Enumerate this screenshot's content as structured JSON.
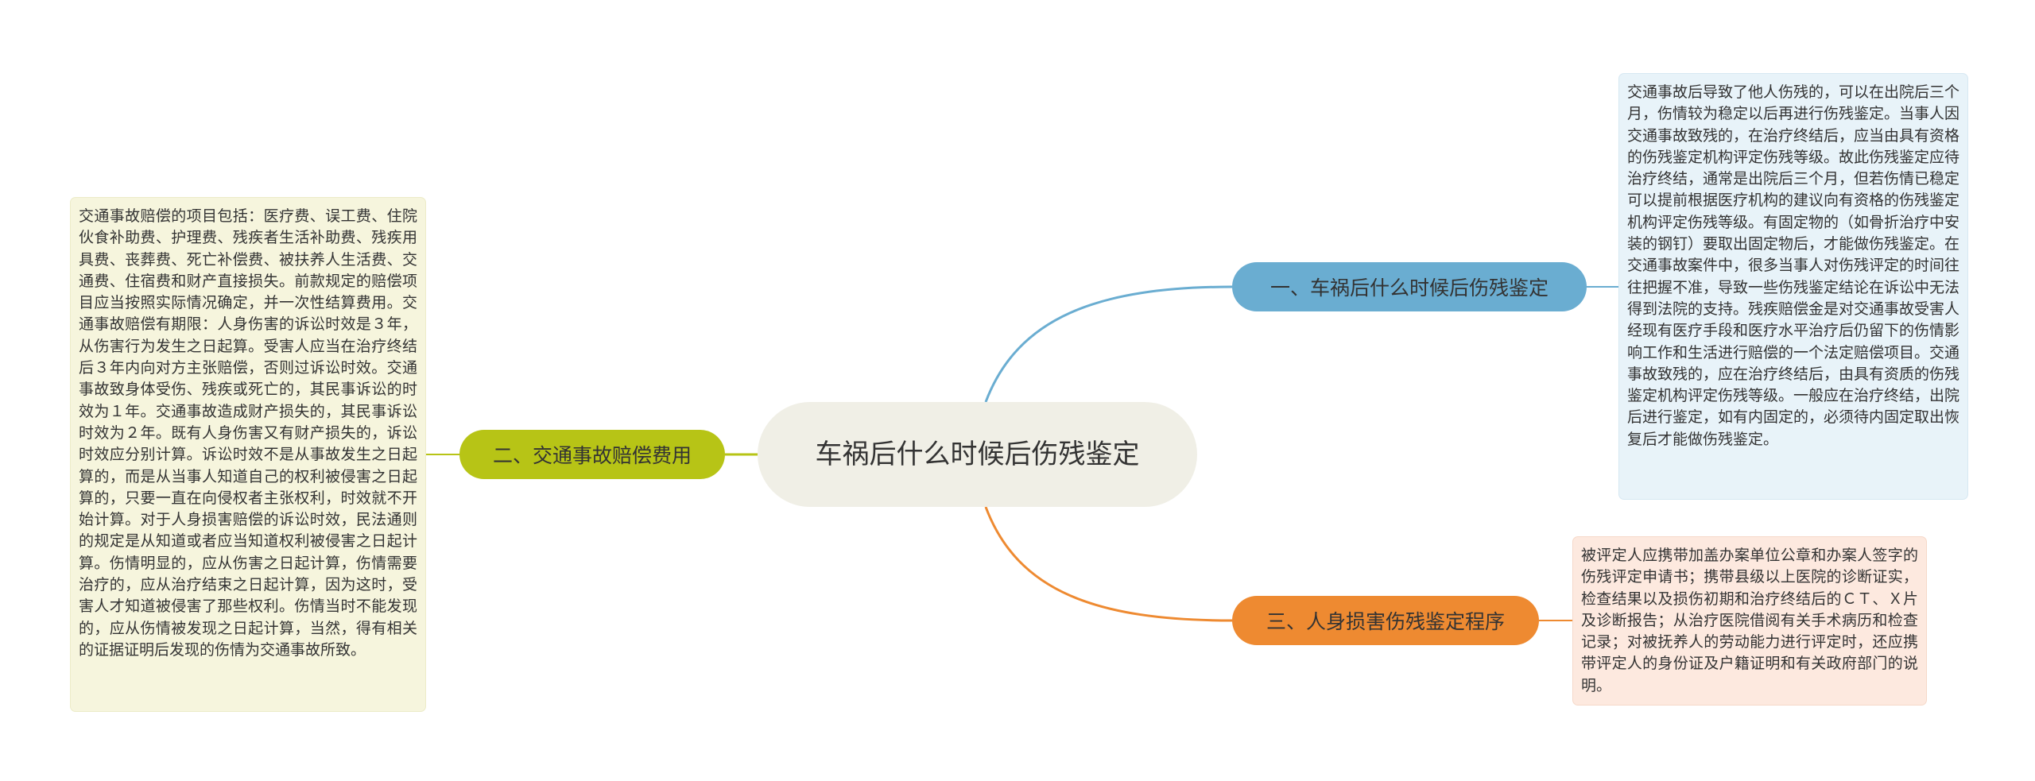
{
  "central": {
    "title": "车祸后什么时候后伤残鉴定"
  },
  "branches": [
    {
      "label": "一、车祸后什么时候后伤残鉴定",
      "color": "#6aadd1"
    },
    {
      "label": "二、交通事故赔偿费用",
      "color": "#b7c416"
    },
    {
      "label": "三、人身损害伤残鉴定程序",
      "color": "#ee8a31"
    }
  ],
  "notes": [
    {
      "text": "交通事故后导致了他人伤残的，可以在出院后三个月，伤情较为稳定以后再进行伤残鉴定。当事人因交通事故致残的，在治疗终结后，应当由具有资格的伤残鉴定机构评定伤残等级。故此伤残鉴定应待治疗终结，通常是出院后三个月，但若伤情已稳定可以提前根据医疗机构的建议向有资格的伤残鉴定机构评定伤残等级。有固定物的（如骨折治疗中安装的钢钉）要取出固定物后，才能做伤残鉴定。在交通事故案件中，很多当事人对伤残评定的时间往往把握不准，导致一些伤残鉴定结论在诉讼中无法得到法院的支持。残疾赔偿金是对交通事故受害人经现有医疗手段和医疗水平治疗后仍留下的伤情影响工作和生活进行赔偿的一个法定赔偿项目。交通事故致残的，应在治疗终结后，由具有资质的伤残鉴定机构评定伤残等级。一般应在治疗终结，出院后进行鉴定，如有内固定的，必须待内固定取出恢复后才能做伤残鉴定。"
    },
    {
      "text": "交通事故赔偿的项目包括：医疗费、误工费、住院伙食补助费、护理费、残疾者生活补助费、残疾用具费、丧葬费、死亡补偿费、被扶养人生活费、交通费、住宿费和财产直接损失。前款规定的赔偿项目应当按照实际情况确定，并一次性结算费用。交通事故赔偿有期限：人身伤害的诉讼时效是３年，从伤害行为发生之日起算。受害人应当在治疗终结后３年内向对方主张赔偿，否则过诉讼时效。交通事故致身体受伤、残疾或死亡的，其民事诉讼的时效为１年。交通事故造成财产损失的，其民事诉讼时效为２年。既有人身伤害又有财产损失的，诉讼时效应分别计算。诉讼时效不是从事故发生之日起算的，而是从当事人知道自己的权利被侵害之日起算的，只要一直在向侵权者主张权利，时效就不开始计算。对于人身损害赔偿的诉讼时效，民法通则的规定是从知道或者应当知道权利被侵害之日起计算。伤情明显的，应从伤害之日起计算，伤情需要治疗的，应从治疗结束之日起计算，因为这时，受害人才知道被侵害了那些权利。伤情当时不能发现的，应从伤情被发现之日起计算，当然，得有相关的证据证明后发现的伤情为交通事故所致。"
    },
    {
      "text": "被评定人应携带加盖办案单位公章和办案人签字的伤残评定申请书；携带县级以上医院的诊断证实，检查结果以及损伤初期和治疗终结后的ＣＴ、Ｘ片及诊断报告；从治疗医院借阅有关手术病历和检查记录；对被抚养人的劳动能力进行评定时，还应携带评定人的身份证及户籍证明和有关政府部门的说明。"
    }
  ]
}
